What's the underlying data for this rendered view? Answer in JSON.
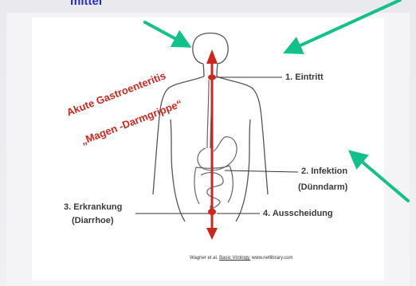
{
  "slide": {
    "top_word": "mittel"
  },
  "diagram": {
    "title_line1": "Akute Gastroenteritis",
    "title_line2": "„Magen -Darmgrippe“",
    "labels": {
      "eintritt": "1. Eintritt",
      "infektion_1": "2. Infektion",
      "infektion_2": "(Dünndarm)",
      "erkrankung_1": "3. Erkrankung",
      "erkrankung_2": "(Diarrhoe)",
      "ausscheidung": "4. Ausscheidung"
    },
    "citation": {
      "prefix": "Wagner et al. ",
      "book": "Basic Virology.",
      "suffix": " www.netlibrary.com"
    }
  },
  "colors": {
    "pointer_arrows": "#12c08a",
    "flow_arrow": "#c8281e",
    "title_text": "#c8281e"
  }
}
